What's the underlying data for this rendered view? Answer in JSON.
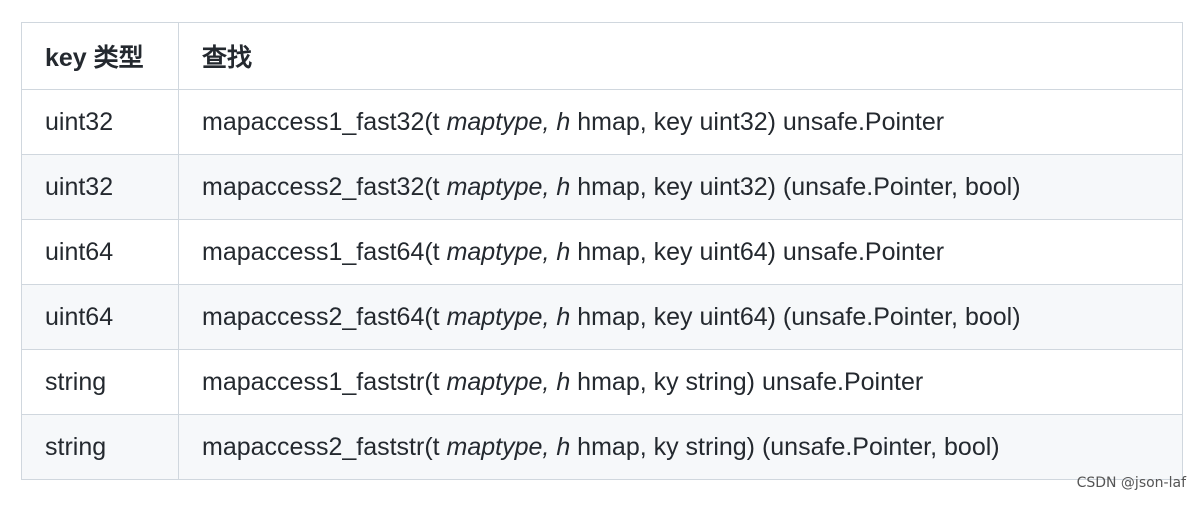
{
  "table": {
    "headers": [
      "key 类型",
      "查找"
    ],
    "rows": [
      {
        "key": "uint32",
        "sig": {
          "pre": "mapaccess1_fast32(t ",
          "it1": "maptype,",
          "mid": " ",
          "it2": "h",
          "post": " hmap, key uint32) unsafe.Pointer"
        }
      },
      {
        "key": "uint32",
        "sig": {
          "pre": "mapaccess2_fast32(t ",
          "it1": "maptype,",
          "mid": " ",
          "it2": "h",
          "post": " hmap, key uint32) (unsafe.Pointer, bool)"
        }
      },
      {
        "key": "uint64",
        "sig": {
          "pre": "mapaccess1_fast64(t ",
          "it1": "maptype,",
          "mid": " ",
          "it2": "h",
          "post": " hmap, key uint64) unsafe.Pointer"
        }
      },
      {
        "key": "uint64",
        "sig": {
          "pre": "mapaccess2_fast64(t ",
          "it1": "maptype,",
          "mid": " ",
          "it2": "h",
          "post": " hmap, key uint64) (unsafe.Pointer, bool)"
        }
      },
      {
        "key": "string",
        "sig": {
          "pre": "mapaccess1_faststr(t ",
          "it1": "maptype,",
          "mid": " ",
          "it2": "h",
          "post": " hmap, ky string) unsafe.Pointer"
        }
      },
      {
        "key": "string",
        "sig": {
          "pre": "mapaccess2_faststr(t ",
          "it1": "maptype,",
          "mid": " ",
          "it2": "h",
          "post": " hmap, ky string) (unsafe.Pointer, bool)"
        }
      }
    ]
  },
  "watermark": "CSDN @json-laf"
}
